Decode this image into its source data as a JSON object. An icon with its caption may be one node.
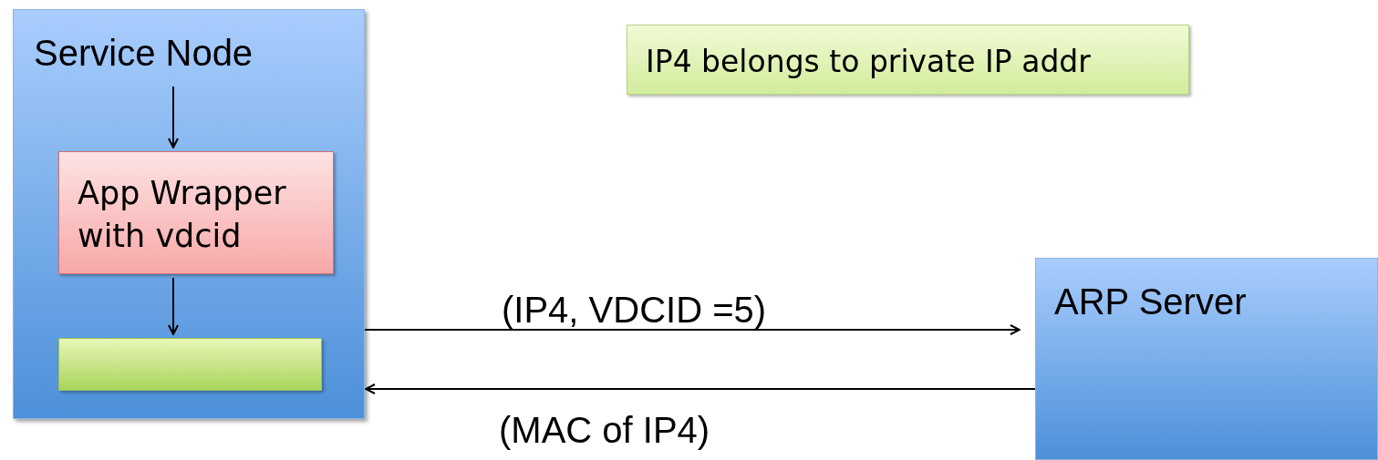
{
  "diagram": {
    "nodes": [
      {
        "text": [
          "Service Node"
        ]
      },
      {
        "text": [
          "App Wrapper with vdcid"
        ],
        "in": 0
      },
      {
        "text": [],
        "shape": "bar",
        "in": 0
      },
      {
        "text": [
          "ARP Server"
        ]
      },
      {
        "text": [
          "IP4 belongs to private IP addr"
        ]
      }
    ],
    "edges": [
      {
        "from": null,
        "to": 1,
        "arrow": "to"
      },
      {
        "from": 1,
        "to": 2,
        "arrow": "to"
      },
      {
        "from": 0,
        "to": 3,
        "arrow": "to",
        "label": "(IP4, VDCID =5)"
      },
      {
        "from": 3,
        "to": 0,
        "arrow": "to",
        "label": "(MAC of IP4)"
      }
    ]
  }
}
